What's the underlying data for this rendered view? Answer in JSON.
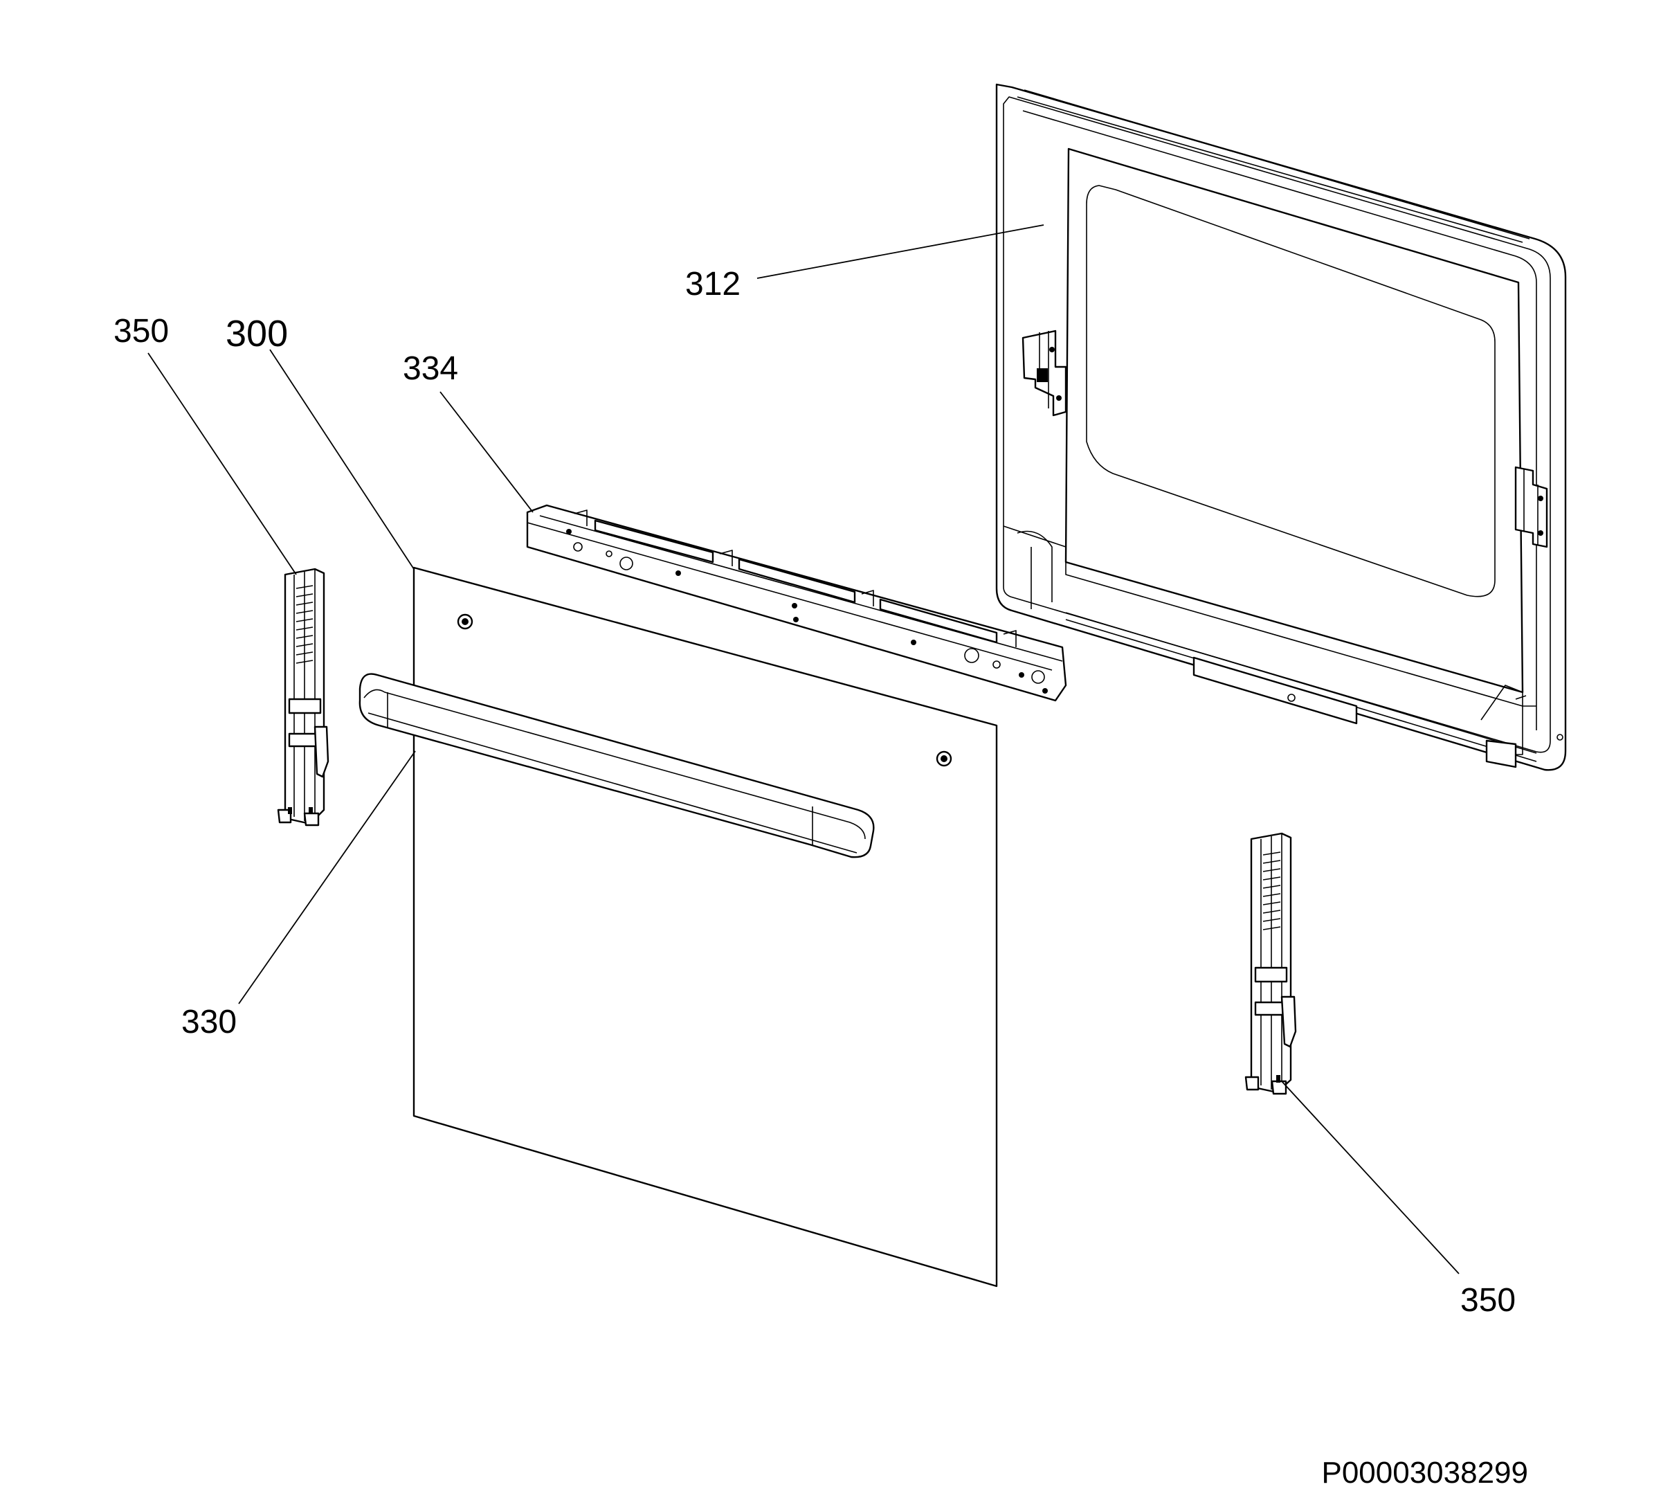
{
  "callouts": {
    "door_frame": "312",
    "left_hinge": "350",
    "door_assembly": "300",
    "top_profile": "334",
    "handle": "330",
    "right_hinge": "350"
  },
  "reference_code": "P00003038299",
  "colors": {
    "line": "#000000",
    "background": "#ffffff"
  }
}
